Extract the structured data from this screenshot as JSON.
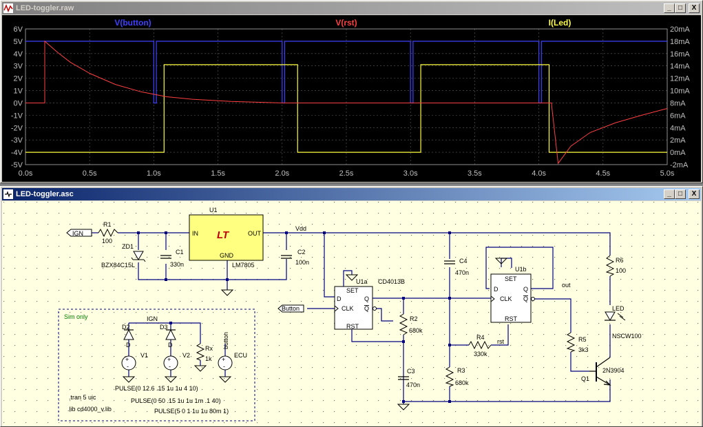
{
  "windows": {
    "waveform": {
      "title": "LED-toggler.raw",
      "min": "_",
      "max": "□",
      "close": "X"
    },
    "schematic": {
      "title": "LED-toggler.asc",
      "min": "_",
      "max": "□",
      "close": "X"
    }
  },
  "chart_data": {
    "type": "line",
    "series_labels": [
      "V(button)",
      "V(rst)",
      "I(Led)"
    ],
    "x_ticks": [
      "0.0s",
      "0.5s",
      "1.0s",
      "1.5s",
      "2.0s",
      "2.5s",
      "3.0s",
      "3.5s",
      "4.0s",
      "4.5s",
      "5.0s"
    ],
    "y_left_ticks": [
      "6V",
      "5V",
      "4V",
      "3V",
      "2V",
      "1V",
      "0V",
      "-1V",
      "-2V",
      "-3V",
      "-4V",
      "-5V"
    ],
    "y_right_ticks": [
      "20mA",
      "18mA",
      "16mA",
      "14mA",
      "12mA",
      "10mA",
      "8mA",
      "6mA",
      "4mA",
      "2mA",
      "0mA",
      "-2mA"
    ],
    "xlim": [
      0,
      5
    ],
    "ylim_left": [
      -5,
      6
    ],
    "ylim_right": [
      -2,
      20
    ],
    "colors": {
      "button": "#4040ff",
      "rst": "#ff4040",
      "led": "#ffff40",
      "background": "#000000",
      "grid": "#606060"
    },
    "series": {
      "button": {
        "name": "V(button)",
        "x": [
          0,
          0.15,
          0.15,
          1.0,
          1.0,
          1.02,
          1.02,
          2.0,
          2.0,
          2.02,
          2.02,
          3.0,
          3.0,
          3.02,
          3.02,
          4.0,
          4.0,
          4.02,
          4.02,
          5.0
        ],
        "y": [
          5,
          5,
          5,
          5,
          0,
          0,
          5,
          5,
          0,
          0,
          5,
          5,
          0,
          0,
          5,
          5,
          0,
          0,
          5,
          5
        ]
      },
      "rst": {
        "name": "V(rst)",
        "x": [
          0,
          0.15,
          0.15,
          0.25,
          0.35,
          0.5,
          0.7,
          0.9,
          1.1,
          1.3,
          1.6,
          2.0,
          4.1,
          4.1,
          4.15,
          4.25,
          4.4,
          4.6,
          4.8,
          5.0
        ],
        "y": [
          0,
          0,
          5,
          4.1,
          3.3,
          2.4,
          1.5,
          0.9,
          0.5,
          0.3,
          0.12,
          0,
          0,
          -0.2,
          -4.9,
          -3.5,
          -2.4,
          -1.6,
          -1.0,
          -0.45
        ]
      },
      "led": {
        "name": "I(Led)",
        "x": [
          0,
          1.08,
          1.08,
          2.12,
          2.12,
          3.08,
          3.08,
          4.08,
          4.08,
          5.0
        ],
        "y": [
          0,
          0,
          14.2,
          14.2,
          0,
          0,
          14.2,
          14.2,
          0,
          0
        ]
      }
    }
  },
  "schematic": {
    "nets": {
      "ign_in": "IGN",
      "button_in": "Button",
      "vdd": "Vdd",
      "out": "out",
      "rst": "rst",
      "ign_sim": "IGN"
    },
    "components": {
      "R1": {
        "ref": "R1",
        "value": "100"
      },
      "ZD1": {
        "ref": "ZD1",
        "value": "BZX84C15L"
      },
      "C1": {
        "ref": "C1",
        "value": "330n"
      },
      "U1": {
        "ref": "U1",
        "value": "LM7805",
        "pin_in": "IN",
        "pin_out": "OUT",
        "pin_gnd": "GND",
        "logo": "LT"
      },
      "C2": {
        "ref": "C2",
        "value": "100n"
      },
      "U1a": {
        "ref": "U1a",
        "value": "CD4013B",
        "set": "SET",
        "d": "D",
        "clk": "CLK",
        "q": "Q",
        "qbar": "Q",
        "rst": "RST"
      },
      "U1b": {
        "ref": "U1b",
        "set": "SET",
        "d": "D",
        "clk": "CLK",
        "q": "Q",
        "qbar": "Q",
        "rst": "RST"
      },
      "C4": {
        "ref": "C4",
        "value": "470n"
      },
      "R2": {
        "ref": "R2",
        "value": "680k"
      },
      "C3": {
        "ref": "C3",
        "value": "470n"
      },
      "R3": {
        "ref": "R3",
        "value": "680k"
      },
      "R4": {
        "ref": "R4",
        "value": "330k"
      },
      "R5": {
        "ref": "R5",
        "value": "3k3"
      },
      "R6": {
        "ref": "R6",
        "value": "100"
      },
      "LED": {
        "ref": "LED",
        "value": "NSCW100"
      },
      "Q1": {
        "ref": "Q1",
        "value": "2N3904"
      },
      "D2": {
        "ref": "D2",
        "value": "D"
      },
      "D3": {
        "ref": "D3",
        "value": "D"
      },
      "V1": {
        "ref": "V1"
      },
      "V2": {
        "ref": "V2"
      },
      "Rx": {
        "ref": "Rx",
        "value": "1k"
      },
      "ECU": {
        "ref": "ECU",
        "value": "button"
      }
    },
    "sim_block": {
      "title": "Sim only",
      "pulse_v1": "PULSE(0 12.6 .15 1u 1u 4 10)",
      "pulse_v2": "PULSE(0 50 .15 1u 1u 1m .1 40)",
      "pulse_ecu": "PULSE(5 0 1 1u 1u 80m 1)",
      "tran": ".tran 5 uic",
      "lib": ".lib cd4000_v.lib"
    }
  }
}
